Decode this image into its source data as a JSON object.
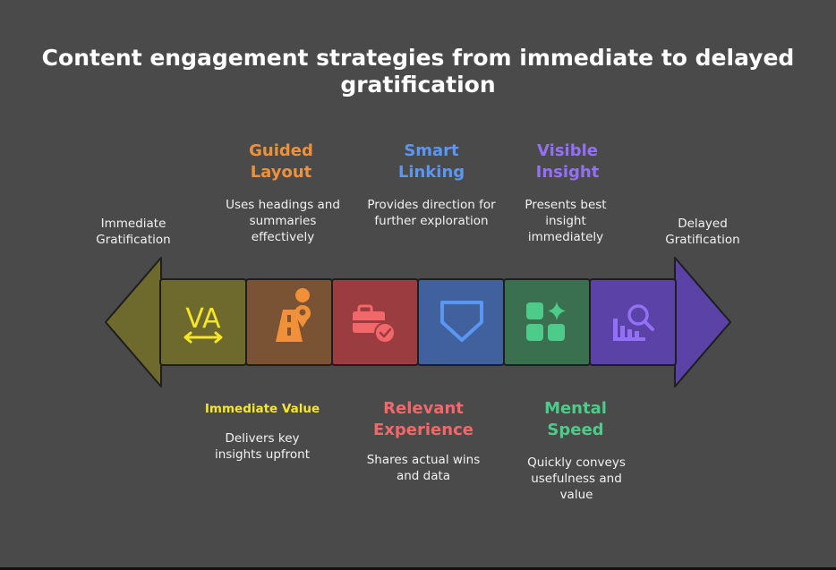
{
  "title": "Content engagement strategies from immediate to delayed gratification",
  "start_label": "Immediate Gratification",
  "end_label": "Delayed Gratification",
  "colors": {
    "background": "#4a4a4a",
    "left_arrow": "#6e6a2e",
    "right_arrow": "#5a42a6"
  },
  "steps": [
    {
      "title": "Immediate Value",
      "description": "Delivers key insights upfront",
      "color": "#6e6a2e",
      "title_color": "#f5e62a",
      "icon": "text-width-icon"
    },
    {
      "title": "Guided Layout",
      "description": "Uses headings and summaries effectively",
      "color": "#7a5234",
      "title_color": "#f0913a",
      "icon": "road-pin-icon"
    },
    {
      "title": "Relevant Experience",
      "description": "Shares actual wins and data",
      "color": "#9b3d40",
      "title_color": "#f2686a",
      "icon": "briefcase-check-icon"
    },
    {
      "title": "Smart Linking",
      "description": "Provides direction for further exploration",
      "color": "#40609e",
      "title_color": "#5b96f0",
      "icon": "home-plate-icon"
    },
    {
      "title": "Mental Speed",
      "description": "Quickly conveys usefulness and value",
      "color": "#3a7050",
      "title_color": "#4ccc88",
      "icon": "apps-sparkle-icon"
    },
    {
      "title": "Visible Insight",
      "description": "Presents best insight immediately",
      "color": "#5a42a6",
      "title_color": "#9370f5",
      "icon": "chart-search-icon"
    }
  ]
}
